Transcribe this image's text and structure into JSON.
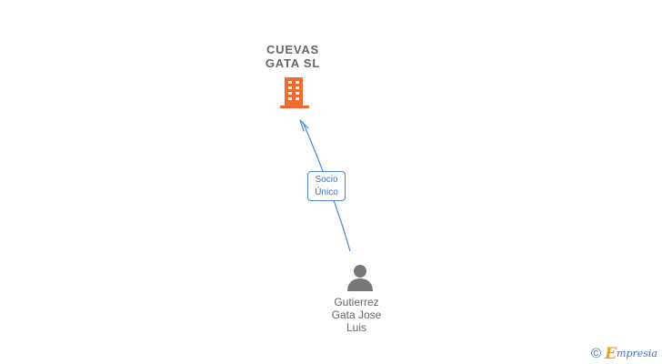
{
  "company": {
    "name_line1": "CUEVAS",
    "name_line2": "GATA SL",
    "icon": "building-icon",
    "icon_color": "#f26a2e"
  },
  "relation": {
    "label_line1": "Socio",
    "label_line2": "Único",
    "color": "#4a86d4"
  },
  "person": {
    "name_line1": "Gutierrez",
    "name_line2": "Gata Jose",
    "name_line3": "Luis",
    "icon": "person-icon",
    "icon_color": "#777777"
  },
  "brand": {
    "copyright_symbol": "©",
    "logo_initial": "E",
    "logo_rest": "mpresia"
  }
}
